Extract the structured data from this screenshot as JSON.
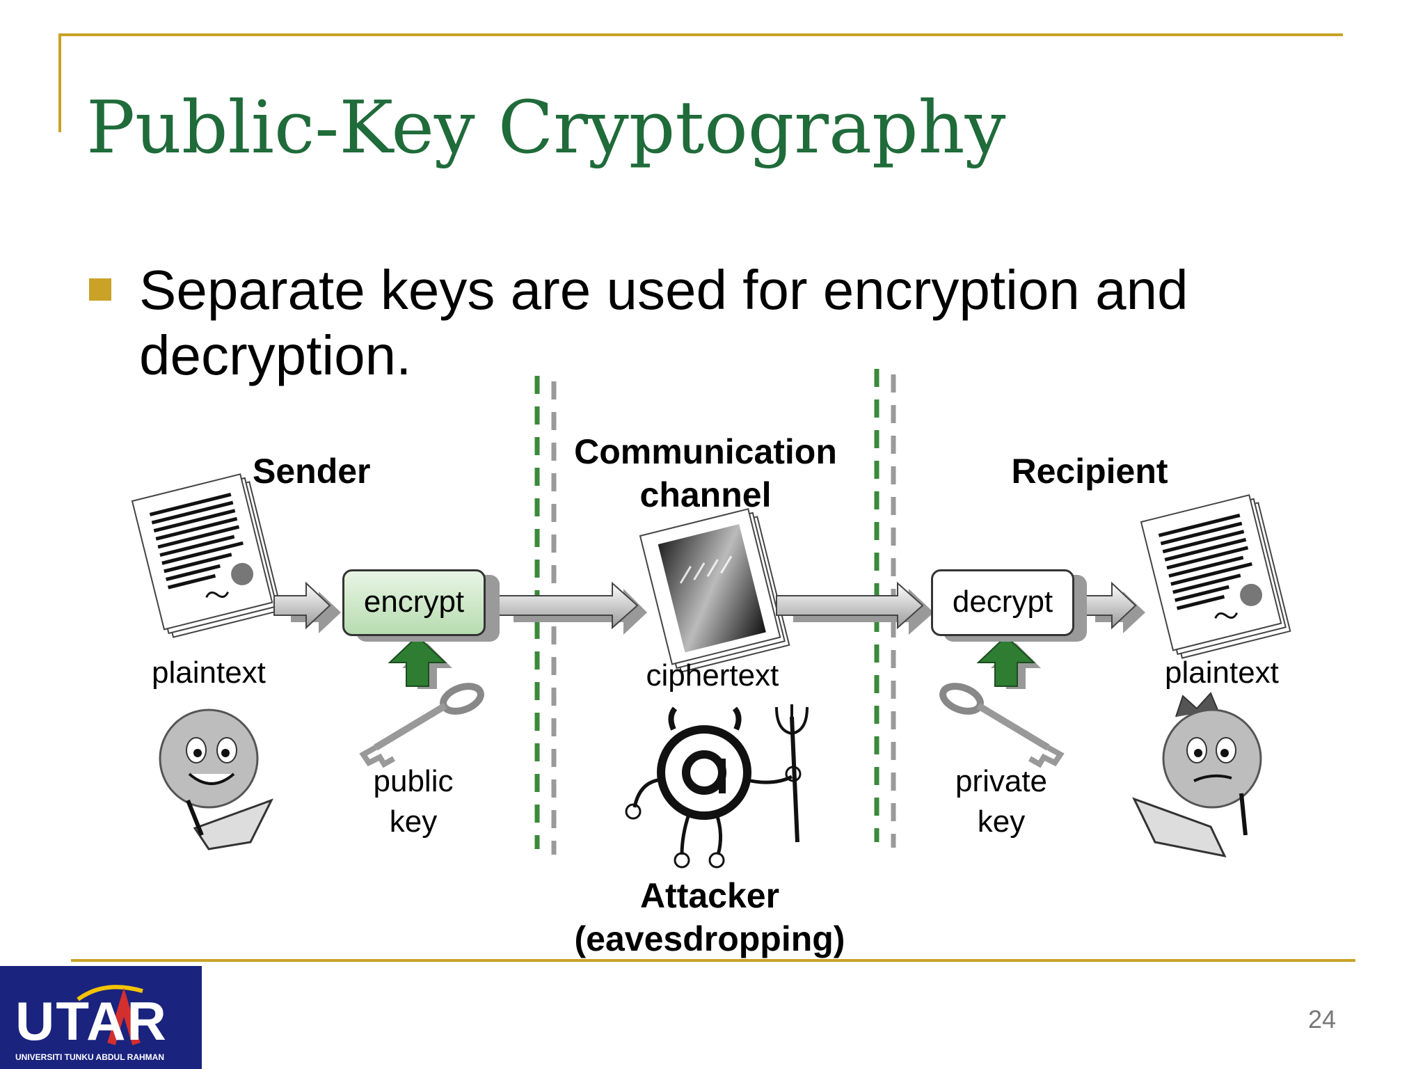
{
  "slide": {
    "title": "Public-Key Cryptography",
    "bullet": "Separate keys are used for encryption and decryption.",
    "page_number": "24"
  },
  "diagram": {
    "sender": "Sender",
    "channel": "Communication channel",
    "recipient": "Recipient",
    "encrypt": "encrypt",
    "decrypt": "decrypt",
    "plaintext_left": "plaintext",
    "plaintext_right": "plaintext",
    "ciphertext": "ciphertext",
    "public_key": "public key",
    "private_key": "private key",
    "attacker": "Attacker (eavesdropping)"
  },
  "logo": {
    "name": "UTAR",
    "full_name": "UNIVERSITI TUNKU ABDUL RAHMAN"
  },
  "colors": {
    "accent": "#c9a227",
    "title": "#1f6b3a",
    "divider": "#3a8a3a",
    "arrow_green": "#2e7d32"
  }
}
